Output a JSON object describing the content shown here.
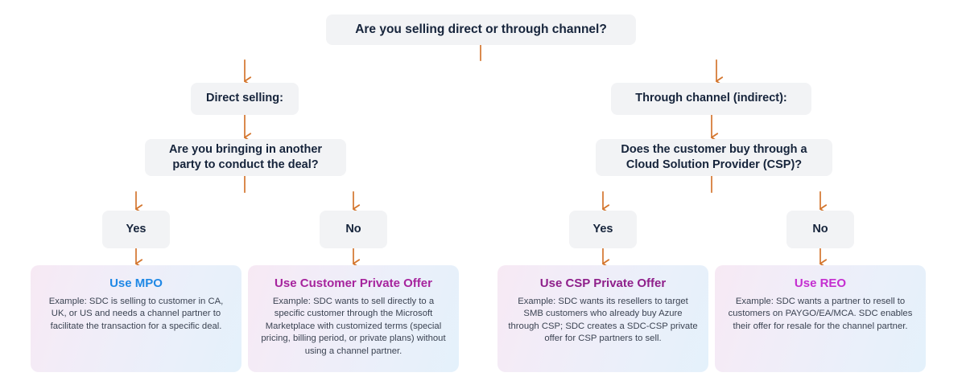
{
  "diagram": {
    "title_text": "Are you selling direct or through channel?",
    "root": {
      "label": "Are you selling direct or through channel?"
    },
    "branches": {
      "left": {
        "stage1_label": "Direct selling:",
        "stage2_label": "Are you bringing in another party to conduct the deal?",
        "yes_label": "Yes",
        "no_label": "No"
      },
      "right": {
        "stage1_label": "Through channel (indirect):",
        "stage2_label": "Does the customer buy through a Cloud Solution Provider (CSP)?",
        "yes_label": "Yes",
        "no_label": "No"
      }
    },
    "outcomes": [
      {
        "title": "Use MPO",
        "title_color": "#1f88e5",
        "body": "Example: SDC is selling to customer in CA, UK, or US and needs a channel partner to facilitate the transaction for a specific deal."
      },
      {
        "title": "Use Customer Private Offer",
        "title_color": "#a6249d",
        "body": "Example: SDC wants to sell directly to a specific customer through the Microsoft Marketplace with customized terms (special pricing, billing period, or private plans) without using a channel partner."
      },
      {
        "title": "Use CSP Private Offer",
        "title_color": "#8e1f8a",
        "body": "Example: SDC wants its resellers to target SMB customers who already buy Azure through CSP; SDC creates a SDC-CSP private offer for CSP partners to sell."
      },
      {
        "title": "Use REO",
        "title_color": "#c42ed0",
        "body": "Example: SDC wants a partner to resell to customers on PAYGO/EA/MCA. SDC enables their offer for resale for the channel partner."
      }
    ],
    "theme": {
      "node_background": "#f2f3f5",
      "node_text_color": "#16243b",
      "connector_color": "#d4762e",
      "connector_color_alt": "#7a8a3c",
      "card_gradient_start": "#f7e9f4",
      "card_gradient_end": "#e4f1fb",
      "page_background": "#ffffff"
    }
  }
}
